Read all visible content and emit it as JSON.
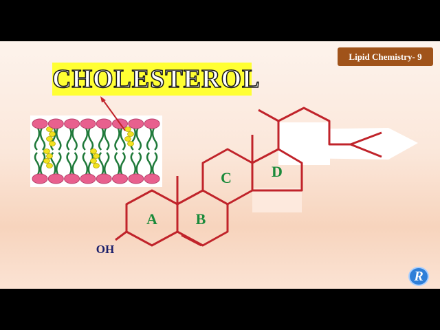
{
  "slide": {
    "title": "CHOLESTEROL",
    "series_badge": "Lipid Chemistry- 9"
  },
  "structure": {
    "ring_labels": [
      "A",
      "B",
      "C",
      "D"
    ],
    "hydroxyl_label": "OH",
    "bond_color": "#c0232a",
    "ring_label_color": "#1a8a3a",
    "hydroxyl_color": "#1a1f6b"
  },
  "membrane": {
    "head_color": "#e8608e",
    "tail_color": "#1f7a3a",
    "sterol_color": "#f2e21f"
  },
  "logo": {
    "letter": "R",
    "color": "#2f7fd8"
  }
}
